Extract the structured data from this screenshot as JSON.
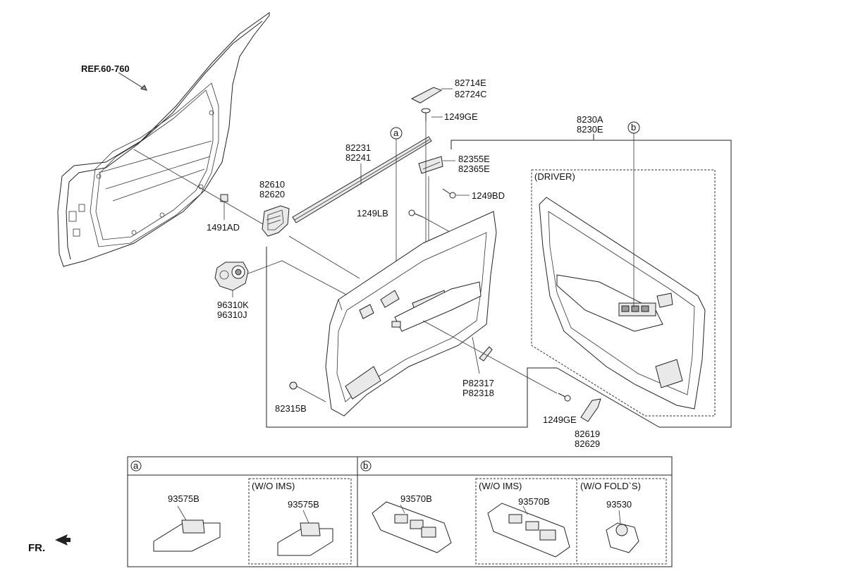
{
  "ref_label": "REF.60-760",
  "fr_label": "FR.",
  "parts": {
    "p82714E": "82714E",
    "p82724C": "82724C",
    "p1249GE_top": "1249GE",
    "p8230A": "8230A",
    "p8230E": "8230E",
    "p82231": "82231",
    "p82241": "82241",
    "p82355E": "82355E",
    "p82365E": "82365E",
    "p1249BD": "1249BD",
    "p82610": "82610",
    "p82620": "82620",
    "p1491AD": "1491AD",
    "p1249LB": "1249LB",
    "p96310K": "96310K",
    "p96310J": "96310J",
    "p82315B": "82315B",
    "pP82317": "P82317",
    "pP82318": "P82318",
    "p1249GE_bot": "1249GE",
    "p82619": "82619",
    "p82629": "82629"
  },
  "callouts": {
    "a": "a",
    "b": "b"
  },
  "driver_label": "(DRIVER)",
  "table": {
    "section_a": {
      "marker": "a",
      "left_part": "93575B",
      "variant_label": "(W/O IMS)",
      "variant_part": "93575B"
    },
    "section_b": {
      "marker": "b",
      "left_part": "93570B",
      "variant1_label": "(W/O IMS)",
      "variant1_part": "93570B",
      "variant2_label": "(W/O FOLD`S)",
      "variant2_part": "93530"
    }
  }
}
